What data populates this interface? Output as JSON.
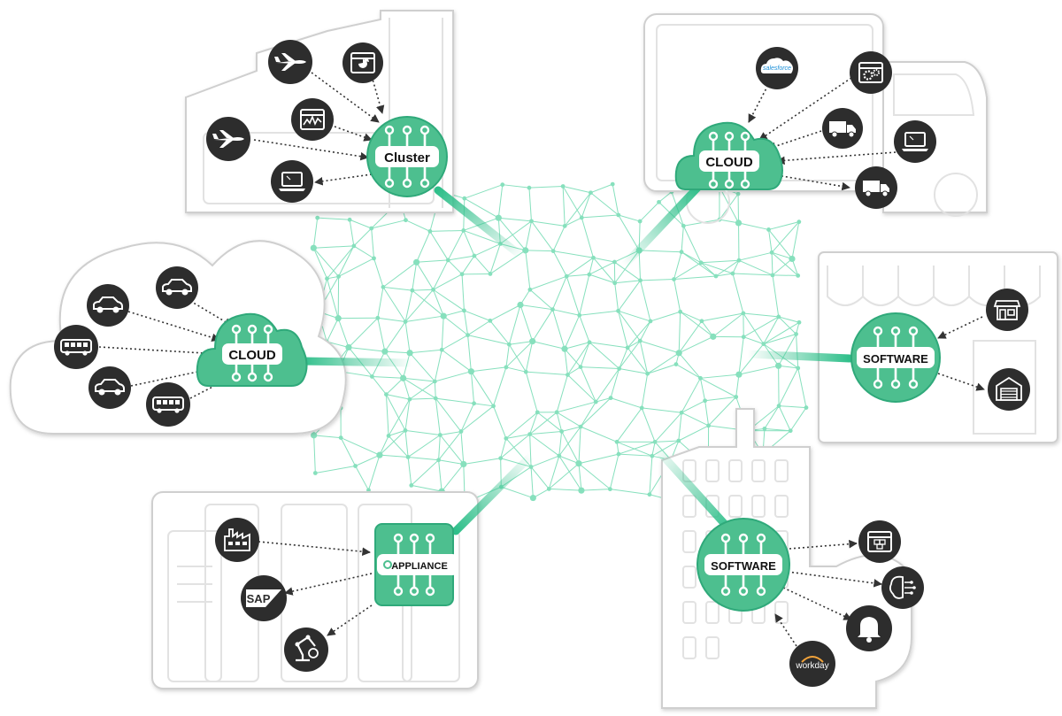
{
  "colors": {
    "accent": "#4dbf8f",
    "accent_dark": "#2fa97a",
    "mesh": "#5fd6a8",
    "device": "#2d2d2d",
    "outline": "#cfcfcf",
    "connector": "#333333"
  },
  "hubs": {
    "factory_cluster": {
      "label": "Cluster"
    },
    "truck_cloud": {
      "label": "CLOUD"
    },
    "vehicle_cloud": {
      "label": "CLOUD"
    },
    "store_software": {
      "label": "SOFTWARE"
    },
    "datacenter_appliance": {
      "label": "APPLIANCE"
    },
    "office_software": {
      "label": "SOFTWARE"
    }
  },
  "devices": {
    "salesforce": {
      "text": "salesforce"
    },
    "sap": {
      "text": "SAP"
    },
    "workday": {
      "text": "workday"
    }
  },
  "icons": {
    "factory_cluster": [
      "airplane-icon",
      "dashboard-icon",
      "airplane-icon",
      "chart-monitor-icon",
      "laptop-icon"
    ],
    "truck_cloud": [
      "salesforce-icon",
      "gears-window-icon",
      "truck-icon",
      "laptop-icon",
      "truck-icon"
    ],
    "vehicle_cloud": [
      "car-icon",
      "car-icon",
      "bus-icon",
      "car-icon",
      "bus-icon"
    ],
    "store_software": [
      "storefront-icon",
      "warehouse-icon"
    ],
    "datacenter_appliance": [
      "factory-icon",
      "sap-icon",
      "robot-arm-icon"
    ],
    "office_software": [
      "boxes-window-icon",
      "brain-icon",
      "bell-icon",
      "workday-icon"
    ]
  }
}
